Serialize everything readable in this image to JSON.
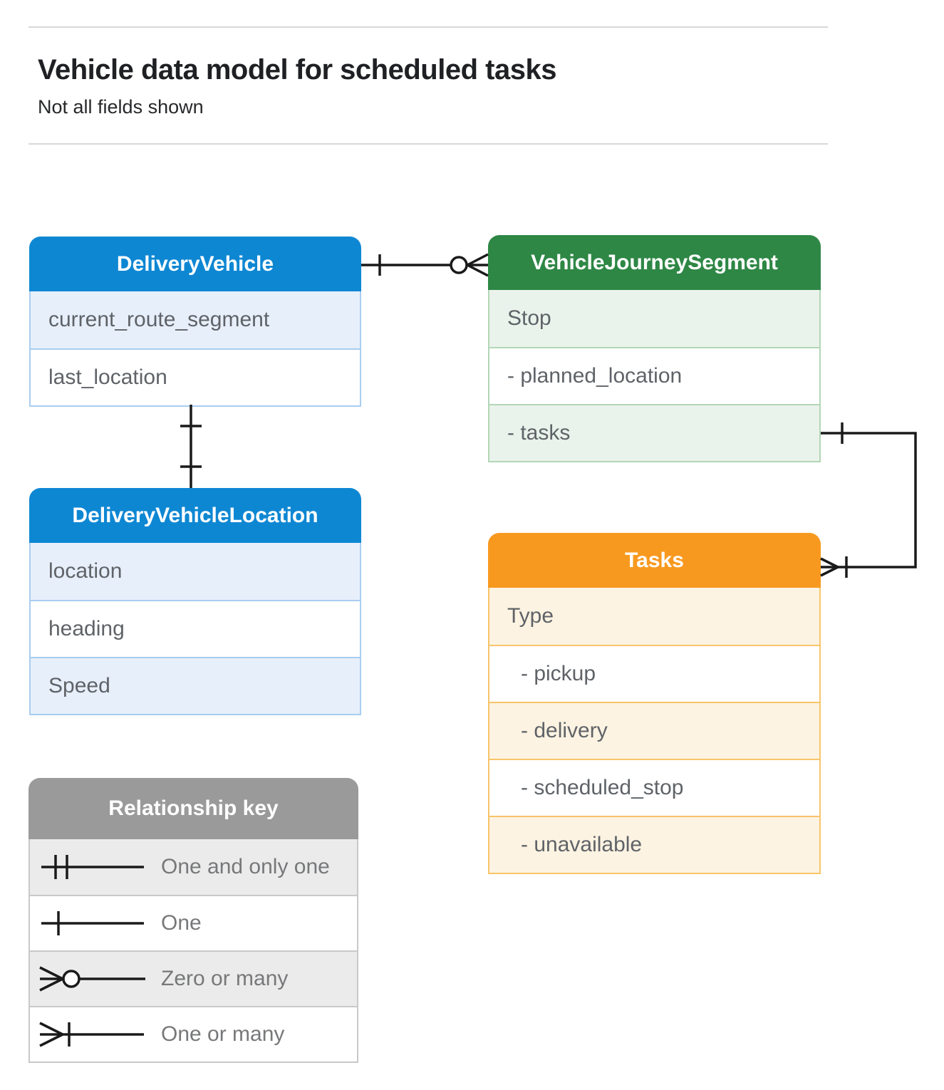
{
  "header": {
    "title": "Vehicle data model for scheduled tasks",
    "subtitle": "Not all fields shown"
  },
  "entities": {
    "delivery_vehicle": {
      "title": "DeliveryVehicle",
      "rows": [
        "current_route_segment",
        "last_location"
      ]
    },
    "vehicle_journey_segment": {
      "title": "VehicleJourneySegment",
      "rows": [
        "Stop",
        "- planned_location",
        "- tasks"
      ]
    },
    "delivery_vehicle_location": {
      "title": "DeliveryVehicleLocation",
      "rows": [
        "location",
        "heading",
        "Speed"
      ]
    },
    "tasks": {
      "title": "Tasks",
      "rows": [
        "Type",
        "- pickup",
        "- delivery",
        "- scheduled_stop",
        "- unavailable"
      ]
    }
  },
  "legend": {
    "title": "Relationship key",
    "items": [
      {
        "symbol": "one-and-only-one",
        "label": "One and only one"
      },
      {
        "symbol": "one",
        "label": "One"
      },
      {
        "symbol": "zero-or-many",
        "label": "Zero or many"
      },
      {
        "symbol": "one-or-many",
        "label": "One or many"
      }
    ]
  },
  "relationships": [
    {
      "from": "DeliveryVehicle",
      "from_cardinality": "one",
      "to": "VehicleJourneySegment",
      "to_cardinality": "zero-or-many"
    },
    {
      "from": "DeliveryVehicle",
      "from_cardinality": "one",
      "to": "DeliveryVehicleLocation",
      "to_cardinality": "one"
    },
    {
      "from": "VehicleJourneySegment.tasks",
      "from_cardinality": "one",
      "to": "Tasks",
      "to_cardinality": "one-or-many"
    }
  ],
  "colors": {
    "blue_header": "#0e87d3",
    "blue_tint": "#e7effa",
    "blue_border": "#a9cdf0",
    "green_header": "#2e8745",
    "green_tint": "#eaf3eb",
    "green_border": "#b2d7b7",
    "orange_header": "#f8991f",
    "orange_tint": "#fdf3e2",
    "orange_border": "#f8c46a",
    "gray_header": "#9a9a9a",
    "gray_tint": "#ebebeb",
    "gray_border": "#c9c9c9",
    "row_text": "#5f6368",
    "connector": "#1a1a1a"
  }
}
